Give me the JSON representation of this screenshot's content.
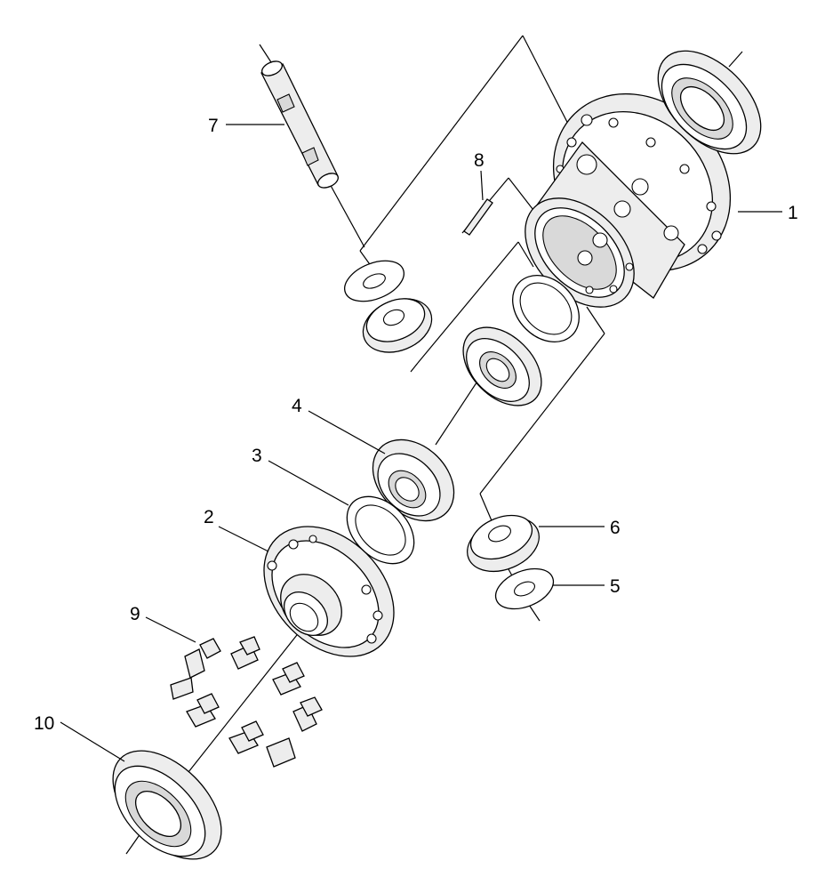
{
  "diagram": {
    "type": "exploded-assembly",
    "callouts": [
      {
        "id": "1",
        "label": "1"
      },
      {
        "id": "2",
        "label": "2"
      },
      {
        "id": "3",
        "label": "3"
      },
      {
        "id": "4",
        "label": "4"
      },
      {
        "id": "5",
        "label": "5"
      },
      {
        "id": "6",
        "label": "6"
      },
      {
        "id": "7",
        "label": "7"
      },
      {
        "id": "8",
        "label": "8"
      },
      {
        "id": "9",
        "label": "9"
      },
      {
        "id": "10",
        "label": "10"
      }
    ]
  }
}
